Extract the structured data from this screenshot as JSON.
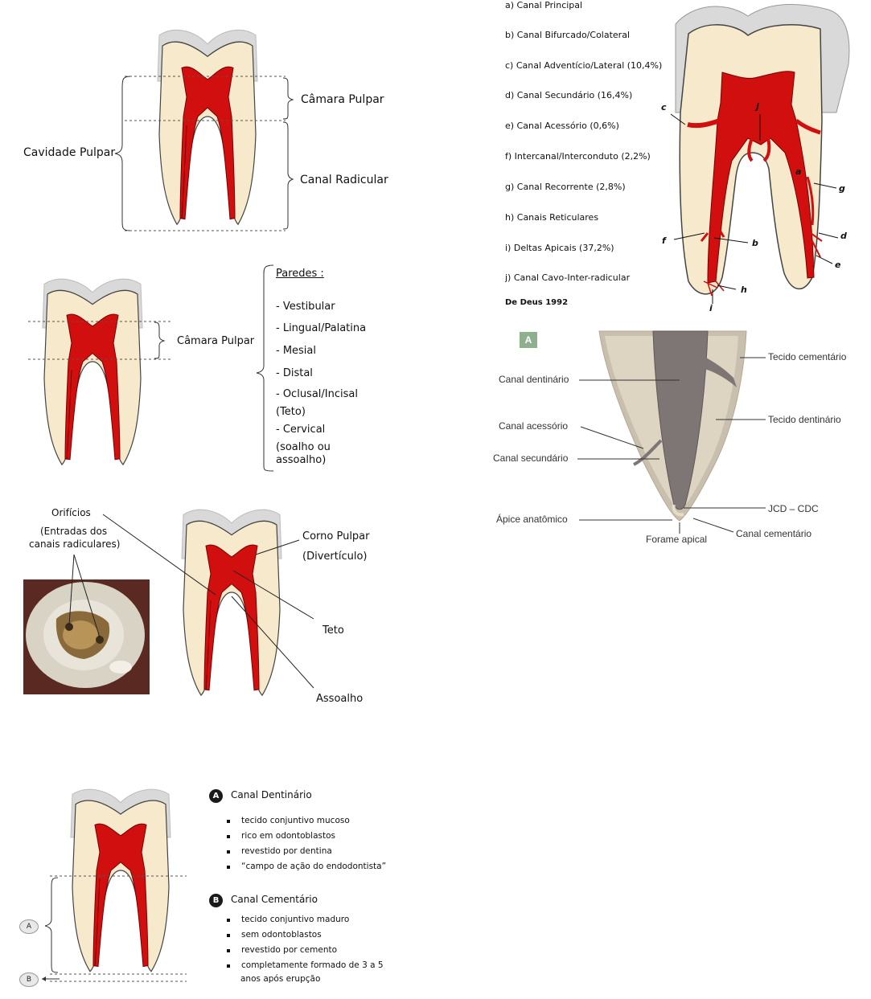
{
  "panel1": {
    "cavidade": "Cavidade Pulpar",
    "camara": "Câmara Pulpar",
    "canal": "Canal Radicular"
  },
  "panel2": {
    "camara": "Câmara Pulpar",
    "paredes_title": "Paredes :",
    "walls": [
      "- Vestibular",
      "- Lingual/Palatina",
      "- Mesial",
      "- Distal",
      "- Oclusal/Incisal",
      "(Teto)",
      "- Cervical",
      "(soalho ou",
      "assoalho)"
    ]
  },
  "panel3": {
    "orificios": "Orifícios",
    "entradas_1": "(Entradas dos",
    "entradas_2": "canais radiculares)",
    "corno": "Corno Pulpar",
    "diverticulo": "(Divertículo)",
    "teto": "Teto",
    "assoalho": "Assoalho"
  },
  "panel4": {
    "badge_a": "A",
    "badge_b": "B",
    "canal_dentinario": "Canal Dentinário",
    "dentinario_items": [
      "tecido conjuntivo mucoso",
      " rico em odontoblastos",
      "revestido por dentina",
      "“campo de ação do endodontista”"
    ],
    "canal_cementario": "Canal Cementário",
    "cementario_items": [
      "tecido conjuntivo maduro",
      " sem odontoblastos",
      " revestido por cemento",
      " completamente formado de 3 a 5"
    ],
    "cementario_tail": "anos após erupção",
    "side_a": "A",
    "side_b": "B"
  },
  "panel5": {
    "items": [
      "a)  Canal Principal",
      "b)  Canal Bifurcado/Colateral",
      "c)  Canal Adventício/Lateral (10,4%)",
      "d)  Canal Secundário (16,4%)",
      "e)  Canal Acessório (0,6%)",
      "f)   Intercanal/Interconduto (2,2%)",
      "g)  Canal Recorrente (2,8%)",
      "h)  Canais Reticulares",
      "i)  Deltas Apicais (37,2%)",
      "j)  Canal Cavo-Inter-radicular"
    ],
    "source": "De Deus 1992",
    "letters": {
      "a": "a",
      "b": "b",
      "c": "c",
      "d": "d",
      "e": "e",
      "f": "f",
      "g": "g",
      "h": "h",
      "i": "i",
      "j": "j"
    }
  },
  "panel6": {
    "tag": "A",
    "canal_dentinario": "Canal dentinário",
    "canal_acessorio": "Canal acessório",
    "canal_secundario": "Canal secundário",
    "apice": "Ápice anatômico",
    "tecido_cementario": "Tecido cementário",
    "tecido_dentinario": "Tecido dentinário",
    "jcd": "JCD – CDC",
    "canal_cementario": "Canal cementário",
    "forame": "Forame apical"
  },
  "colors": {
    "pulp": "#d10f0f",
    "dentin": "#f6e9cc",
    "enamel": "#d9d9d9"
  }
}
